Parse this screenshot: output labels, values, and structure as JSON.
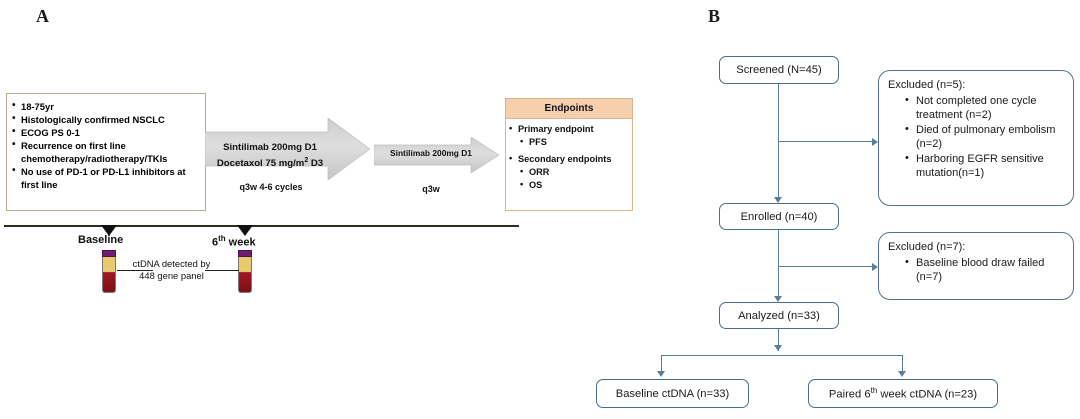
{
  "panels": {
    "a_letter": "A",
    "b_letter": "B"
  },
  "panel_a": {
    "eligibility": {
      "name": "eligibility-criteria",
      "items": [
        "18-75yr",
        "Histologically confirmed NSCLC",
        "ECOG PS 0-1",
        "Recurrence on first line chemotherapy/radiotherapy/TKIs",
        "No use of PD-1 or PD-L1 inhibitors at first line"
      ]
    },
    "treatment_arrow_1": {
      "line1": "Sintilimab 200mg D1",
      "line2_pre": "Docetaxol 75 mg/m",
      "line2_sup": "2",
      "line2_post": " D3",
      "schedule": "q3w 4-6 cycles"
    },
    "treatment_arrow_2": {
      "line1": "Sintilimab 200mg D1",
      "schedule": "q3w"
    },
    "endpoints": {
      "header": "Endpoints",
      "primary_label": "Primary endpoint",
      "primary_items": [
        "PFS"
      ],
      "secondary_label": "Secondary endpoints",
      "secondary_items": [
        "ORR",
        "OS"
      ]
    },
    "timeline": {
      "baseline_label": "Baseline",
      "week6_label_pre": "6",
      "week6_label_sup": "th",
      "week6_label_post": " week",
      "assay_line1": "ctDNA detected by",
      "assay_line2": "448 gene panel"
    }
  },
  "panel_b": {
    "screened": "Screened (N=45)",
    "enrolled": "Enrolled (n=40)",
    "analyzed": "Analyzed (n=33)",
    "baseline_ctdna": "Baseline ctDNA (n=33)",
    "paired_ctdna_pre": "Paired 6",
    "paired_ctdna_sup": "th",
    "paired_ctdna_post": " week  ctDNA (n=23)",
    "excluded_1": {
      "title": "Excluded (n=5):",
      "items": [
        "Not completed one cycle treatment (n=2)",
        "Died of pulmonary embolism (n=2)",
        "Harboring EGFR sensitive mutation(n=1)"
      ]
    },
    "excluded_2": {
      "title": "Excluded (n=7):",
      "items": [
        "Baseline blood draw failed (n=7)"
      ]
    }
  },
  "colors": {
    "flow_border": "#4a6c8f",
    "flow_connector": "#5b7e9e",
    "arrow_gray": "#d3d3d3",
    "endpoint_header": "#f6cfad",
    "eligibility_border": "#b6ad8a",
    "tube_cap": "#6e1f74",
    "tube_serum": "#e9c96b",
    "tube_blood": "#8e1419"
  }
}
